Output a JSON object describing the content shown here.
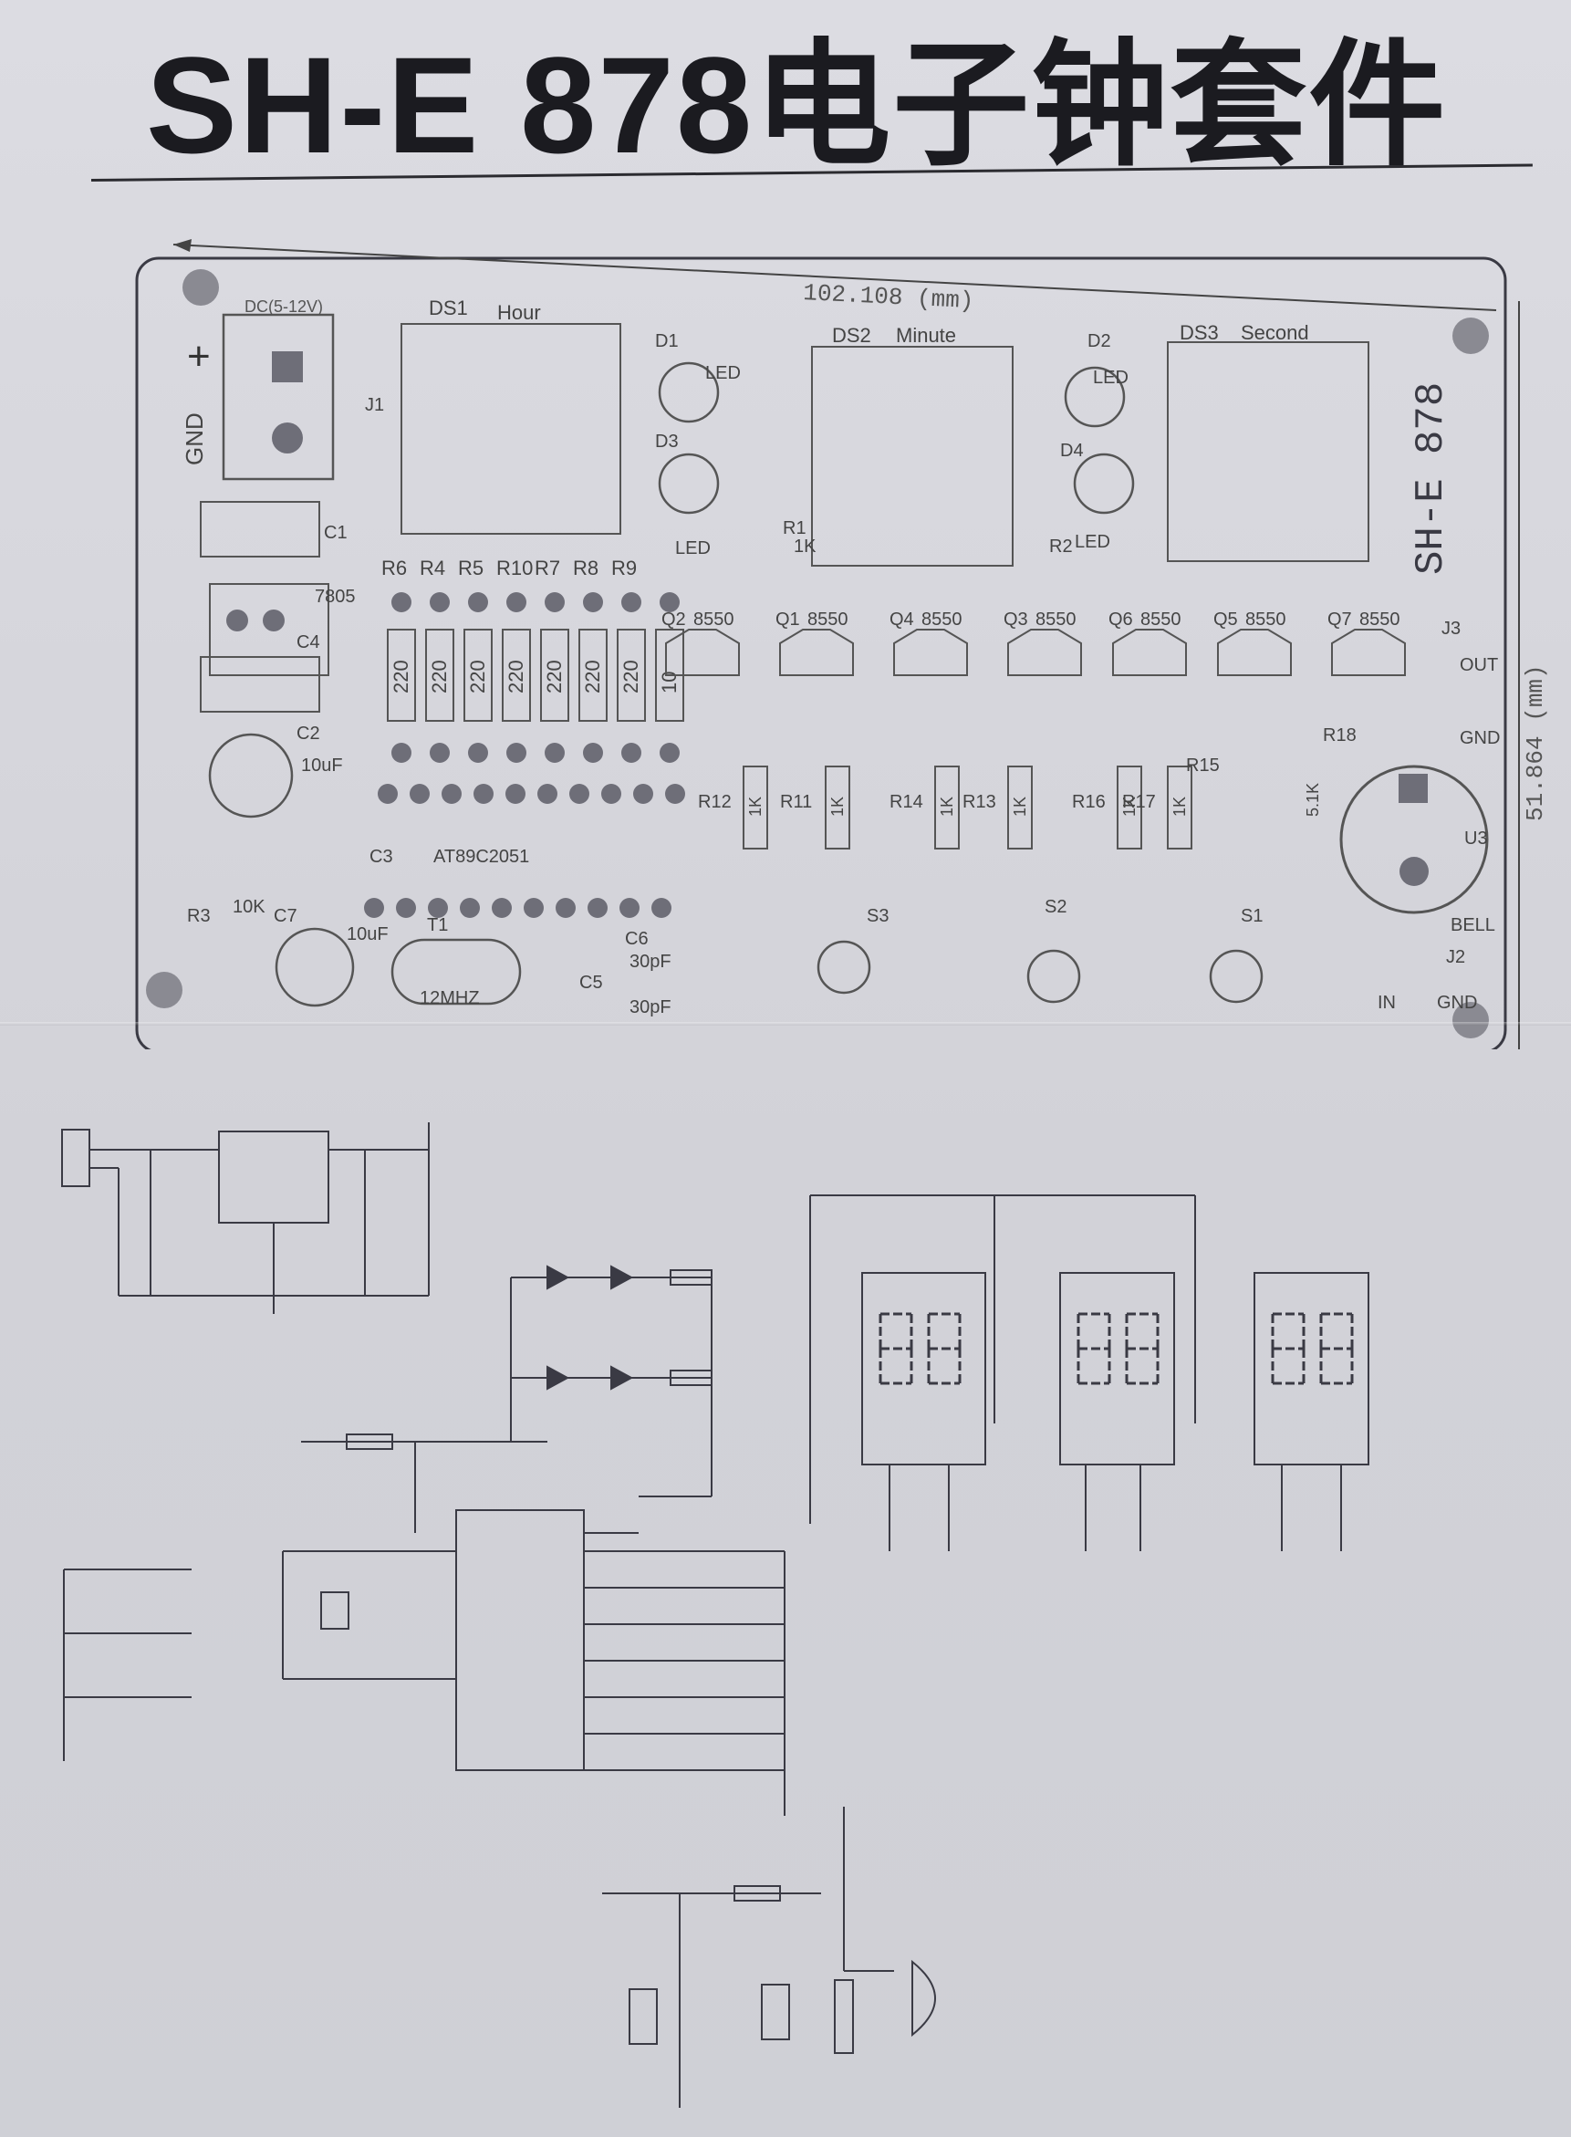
{
  "title": "SH-E 878电子钟套件",
  "pcb": {
    "board_label": "SH-E 878",
    "dim_width": "102.108 (mm)",
    "dim_height": "51.864 (mm)",
    "power_label": "DC(5-12V)",
    "gnd_label": "GND",
    "plus_label": "+",
    "display_labels": [
      "DS1",
      "Hour",
      "DS2",
      "Minute",
      "DS3",
      "Second"
    ],
    "led_labels": [
      "D1",
      "LED",
      "D2",
      "LED",
      "D3",
      "D4",
      "LED",
      "LED"
    ],
    "resistor_labels": [
      "R6",
      "R4",
      "R5",
      "R10",
      "R7",
      "R8",
      "R9"
    ],
    "resistor_values": [
      "220",
      "220",
      "220",
      "220",
      "220",
      "220",
      "220",
      "10"
    ],
    "transistors": [
      "Q2",
      "8550",
      "Q1",
      "8550",
      "Q4",
      "8550",
      "Q3",
      "8550",
      "Q6",
      "8550",
      "Q5",
      "8550",
      "Q7",
      "8550"
    ],
    "lower_resistors": [
      "R12",
      "1K",
      "R11",
      "1K",
      "R14",
      "1K",
      "R13",
      "1K",
      "R16",
      "1K",
      "R17",
      "1K",
      "5.1K"
    ],
    "other_labels": [
      "J1",
      "7805",
      "C1",
      "C4",
      "C2",
      "10uF",
      "R3",
      "10K",
      "C7",
      "10uF",
      "C3",
      "AT89C2051",
      "T1",
      "12MHZ",
      "C6",
      "30pF",
      "C5",
      "30pF",
      "S3",
      "S2",
      "S1",
      "R18",
      "R15",
      "U3",
      "BELL",
      "J2",
      "IN",
      "GND",
      "J3",
      "OUT",
      "GND",
      "R1",
      "1K",
      "R2"
    ]
  }
}
